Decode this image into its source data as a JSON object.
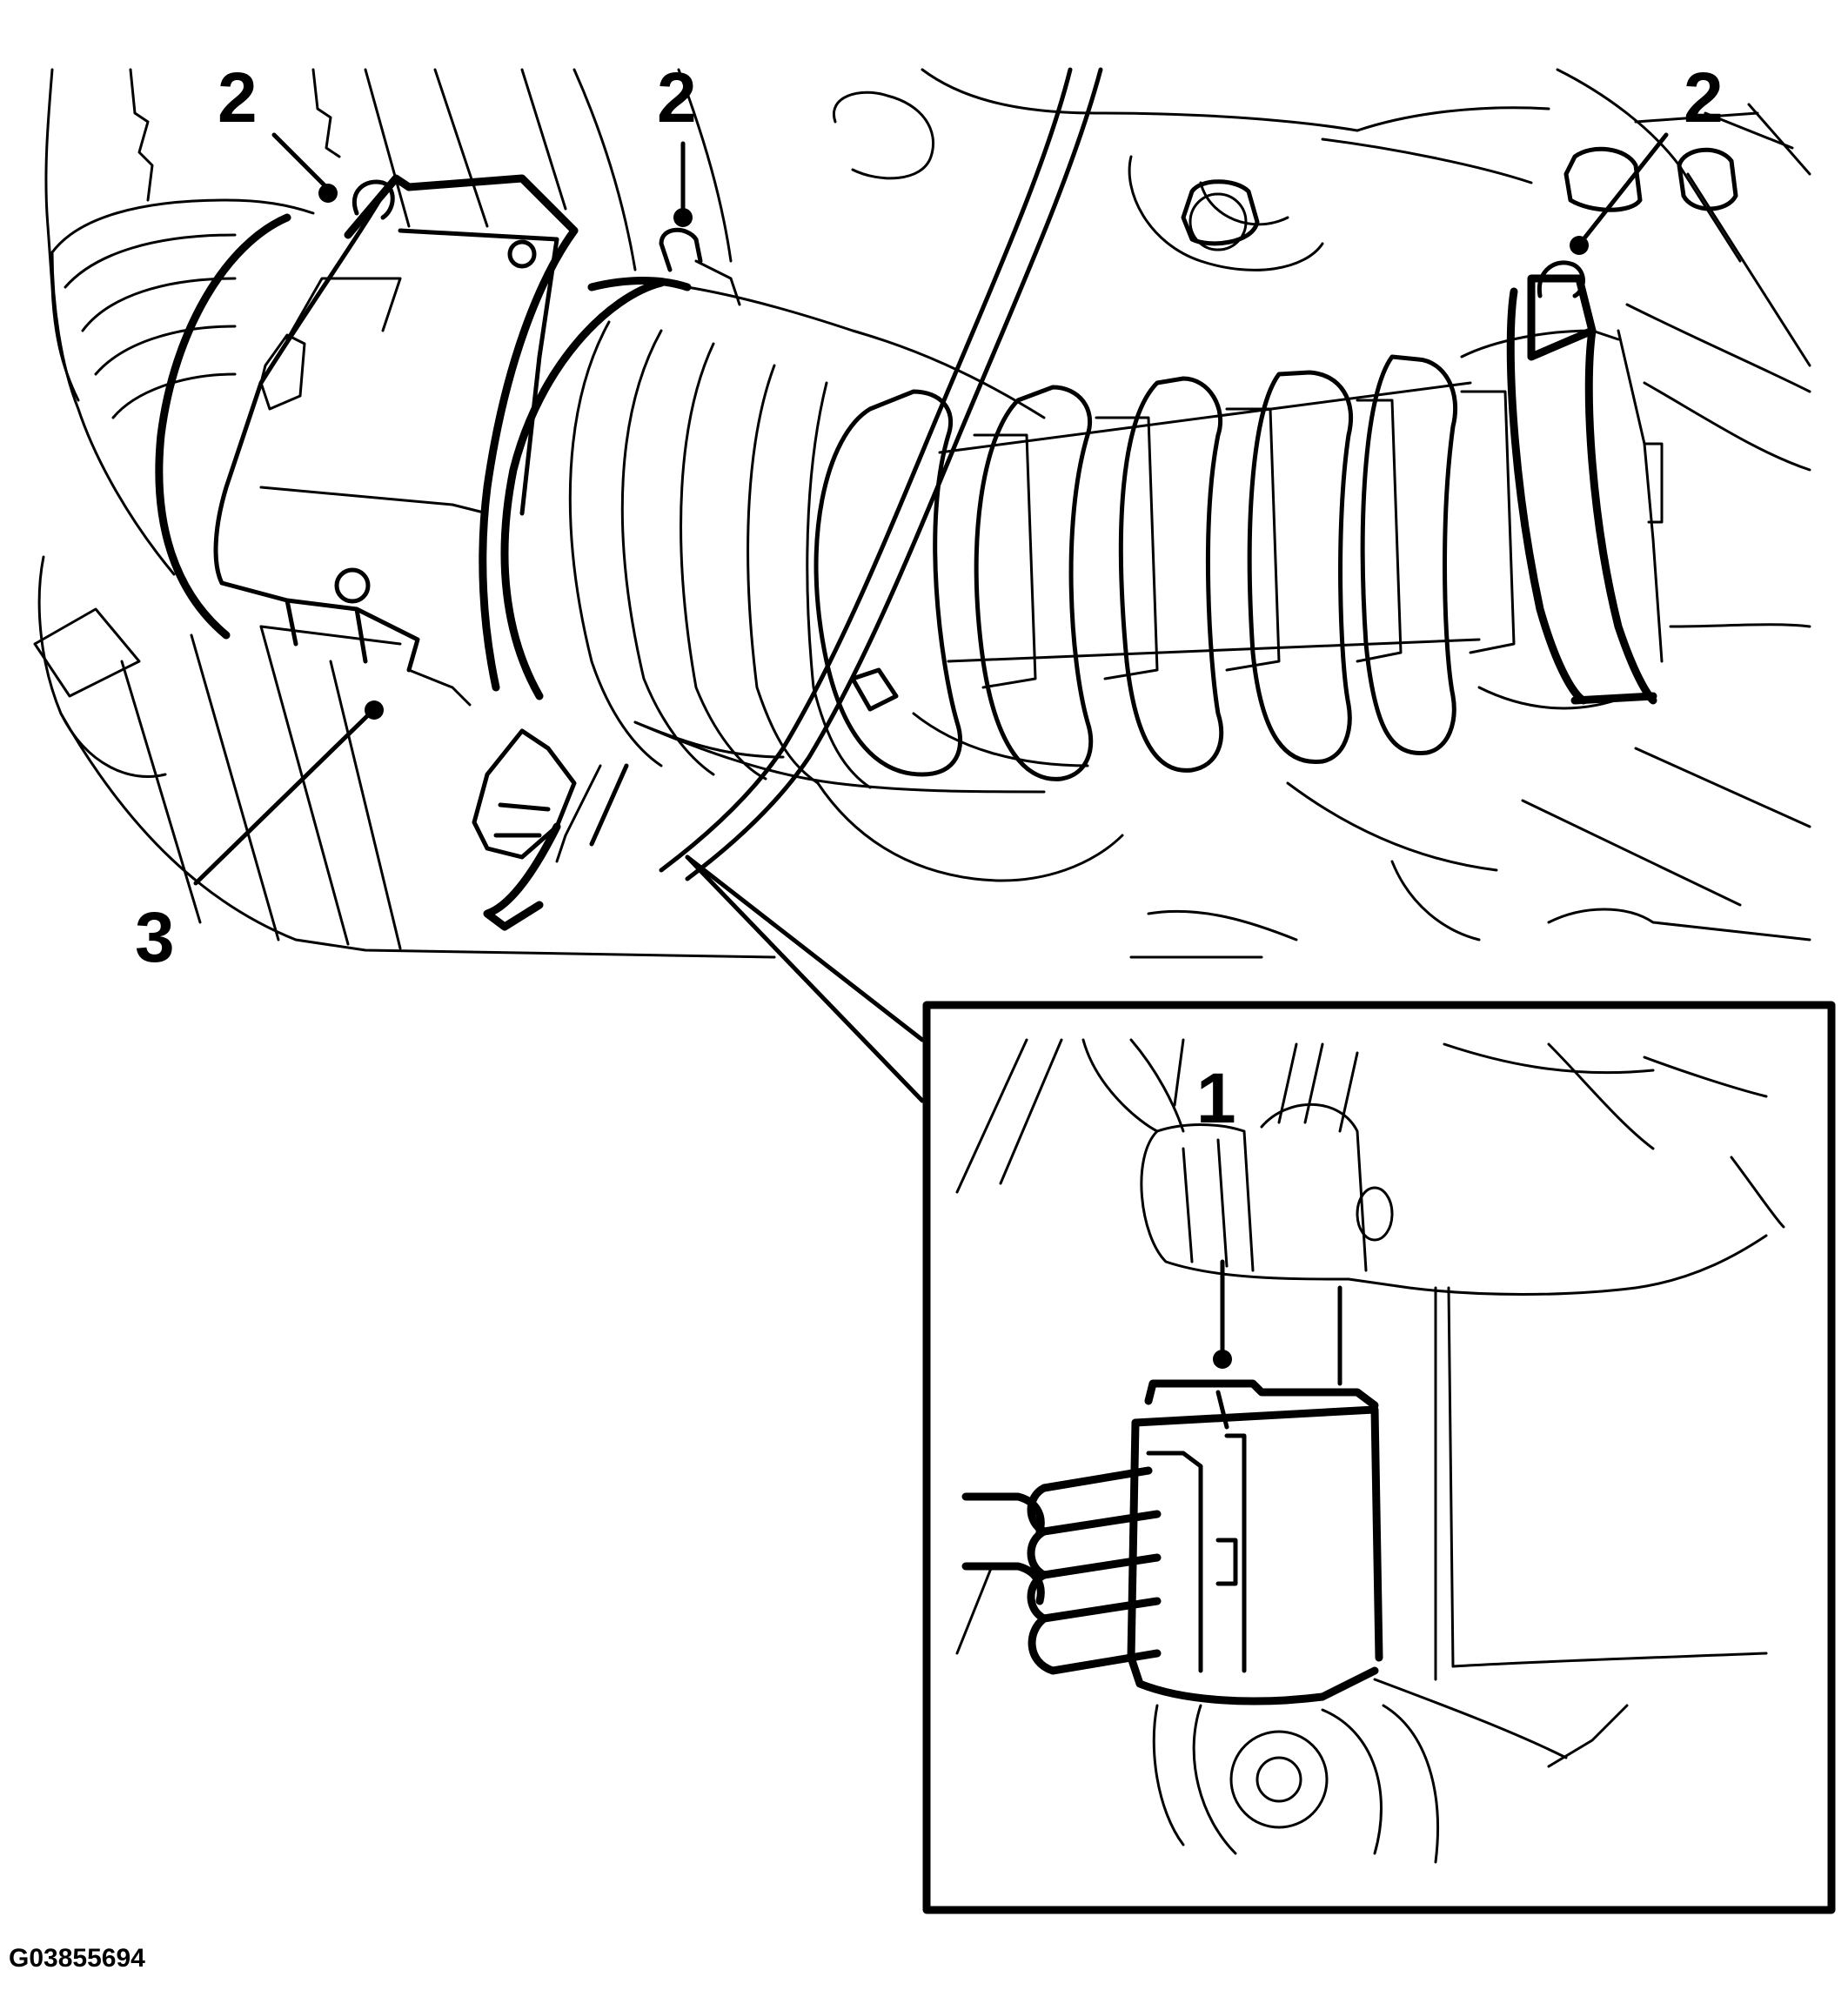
{
  "callouts": {
    "c1": "1",
    "c2a": "2",
    "c2b": "2",
    "c2c": "2",
    "c3": "3"
  },
  "figure_id": "G03855694",
  "colors": {
    "line": "#000000",
    "background": "#ffffff"
  }
}
